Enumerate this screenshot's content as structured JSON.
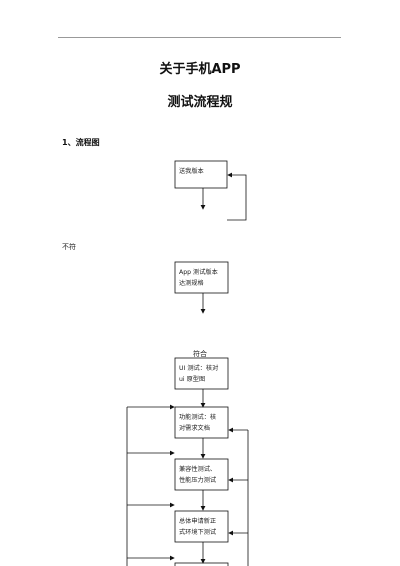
{
  "document": {
    "title_line1": "关于手机APP",
    "title_line2": "测试流程规",
    "section_heading": "1、流程图"
  },
  "flowchart": {
    "side_label_left": "不符",
    "label_above_ui": "符合",
    "boxes": [
      {
        "id": "box1",
        "lines": [
          "送我版本"
        ]
      },
      {
        "id": "box2",
        "lines": [
          "App 测试版本",
          "达测规格"
        ]
      },
      {
        "id": "box3",
        "lines": [
          "UI 测试：核对",
          "ui 原型图"
        ]
      },
      {
        "id": "box4",
        "lines": [
          "功能测试：核",
          "对需求文档"
        ]
      },
      {
        "id": "box5",
        "lines": [
          "兼容性测试、",
          "性能压力测试"
        ]
      },
      {
        "id": "box6",
        "lines": [
          "总体申请新正",
          "式环境下测试"
        ]
      }
    ]
  }
}
